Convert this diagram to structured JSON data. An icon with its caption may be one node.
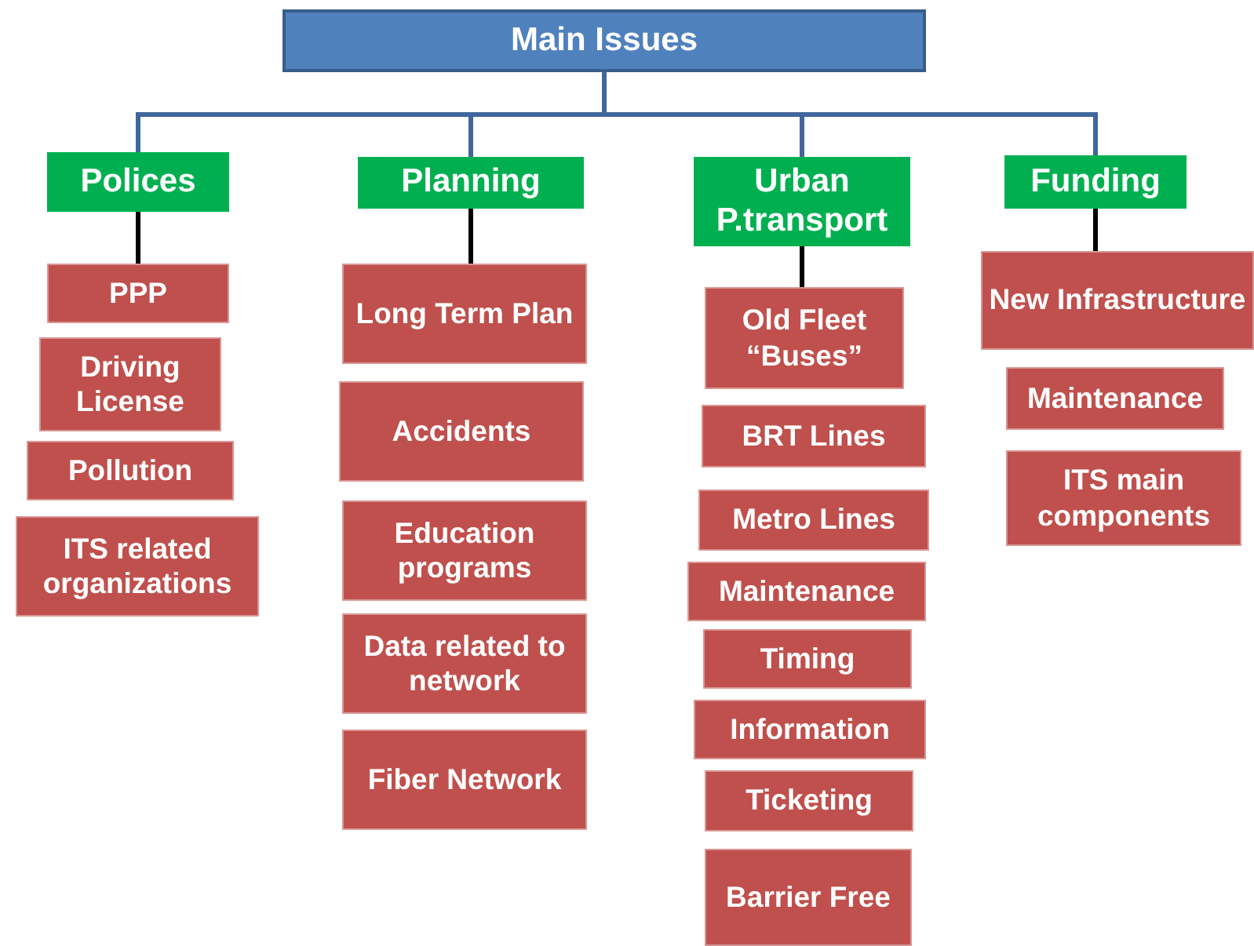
{
  "diagram": {
    "nodes": [
      {
        "text": [
          "Main Issues"
        ]
      },
      {
        "text": [
          "Polices"
        ]
      },
      {
        "text": [
          "PPP"
        ]
      },
      {
        "text": [
          "Driving License"
        ]
      },
      {
        "text": [
          "Pollution"
        ]
      },
      {
        "text": [
          "ITS related organizations"
        ]
      },
      {
        "text": [
          "Planning"
        ]
      },
      {
        "text": [
          "Long Term Plan"
        ]
      },
      {
        "text": [
          "Accidents"
        ]
      },
      {
        "text": [
          "Education programs"
        ]
      },
      {
        "text": [
          "Data related to network"
        ]
      },
      {
        "text": [
          "Fiber Network"
        ]
      },
      {
        "text": [
          "Urban P.transport"
        ]
      },
      {
        "text": [
          "Old Fleet “Buses”"
        ]
      },
      {
        "text": [
          "BRT Lines"
        ]
      },
      {
        "text": [
          "Metro Lines"
        ]
      },
      {
        "text": [
          "Maintenance"
        ]
      },
      {
        "text": [
          "Timing"
        ]
      },
      {
        "text": [
          "Information"
        ]
      },
      {
        "text": [
          "Ticketing"
        ]
      },
      {
        "text": [
          "Barrier Free"
        ]
      },
      {
        "text": [
          "Funding"
        ]
      },
      {
        "text": [
          "New Infrastructure"
        ]
      },
      {
        "text": [
          "Maintenance"
        ]
      },
      {
        "text": [
          "ITS main components"
        ]
      }
    ],
    "edges": [
      {
        "from": 0,
        "to": 1,
        "arrow": "none",
        "color": "#41669c"
      },
      {
        "from": 0,
        "to": 6,
        "arrow": "none",
        "color": "#41669c"
      },
      {
        "from": 0,
        "to": 12,
        "arrow": "none",
        "color": "#41669c"
      },
      {
        "from": 0,
        "to": 21,
        "arrow": "none",
        "color": "#41669c"
      },
      {
        "from": 1,
        "to": 2,
        "arrow": "none",
        "color": "#000000"
      },
      {
        "from": 6,
        "to": 7,
        "arrow": "none",
        "color": "#000000"
      },
      {
        "from": 12,
        "to": 13,
        "arrow": "none",
        "color": "#000000"
      },
      {
        "from": 21,
        "to": 22,
        "arrow": "none",
        "color": "#000000"
      }
    ]
  }
}
